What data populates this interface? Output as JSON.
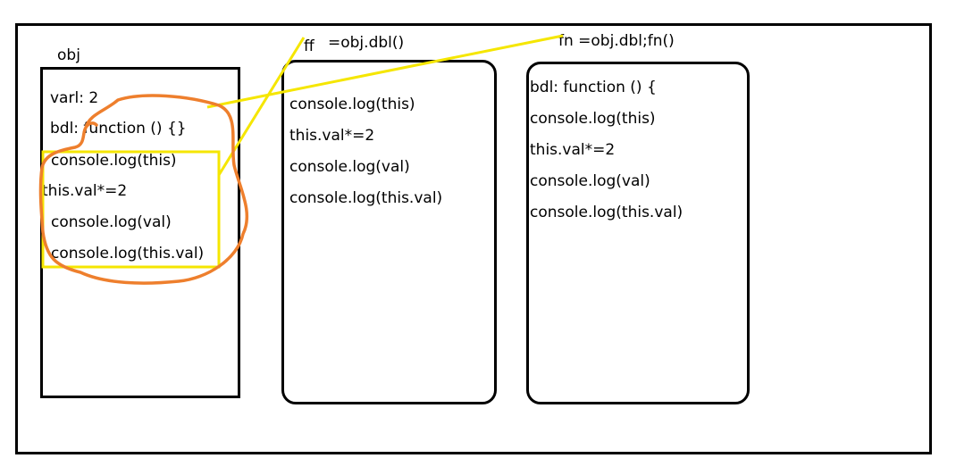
{
  "obj_label": "obj",
  "obj_props": {
    "varl": "varl:  2",
    "bdl": "bdl:  function  ()  {}"
  },
  "obj_body": [
    "console.log(this)",
    "this.val*=2",
    "console.log(val)",
    "console.log(this.val)"
  ],
  "ff": {
    "name": "ff",
    "assign": "=obj.dbl()",
    "body": [
      "console.log(this)",
      "this.val*=2",
      "console.log(val)",
      "console.log(this.val)"
    ]
  },
  "fn": {
    "label": "fn  =obj.dbl;fn()",
    "header": "bdl:  function  ()  {",
    "body": [
      "console.log(this)",
      "this.val*=2",
      "console.log(val)",
      "console.log(this.val)"
    ]
  },
  "colors": {
    "highlight_yellow": "#f5e600",
    "scribble_orange": "#ee7f2d",
    "outline": "#000000"
  }
}
